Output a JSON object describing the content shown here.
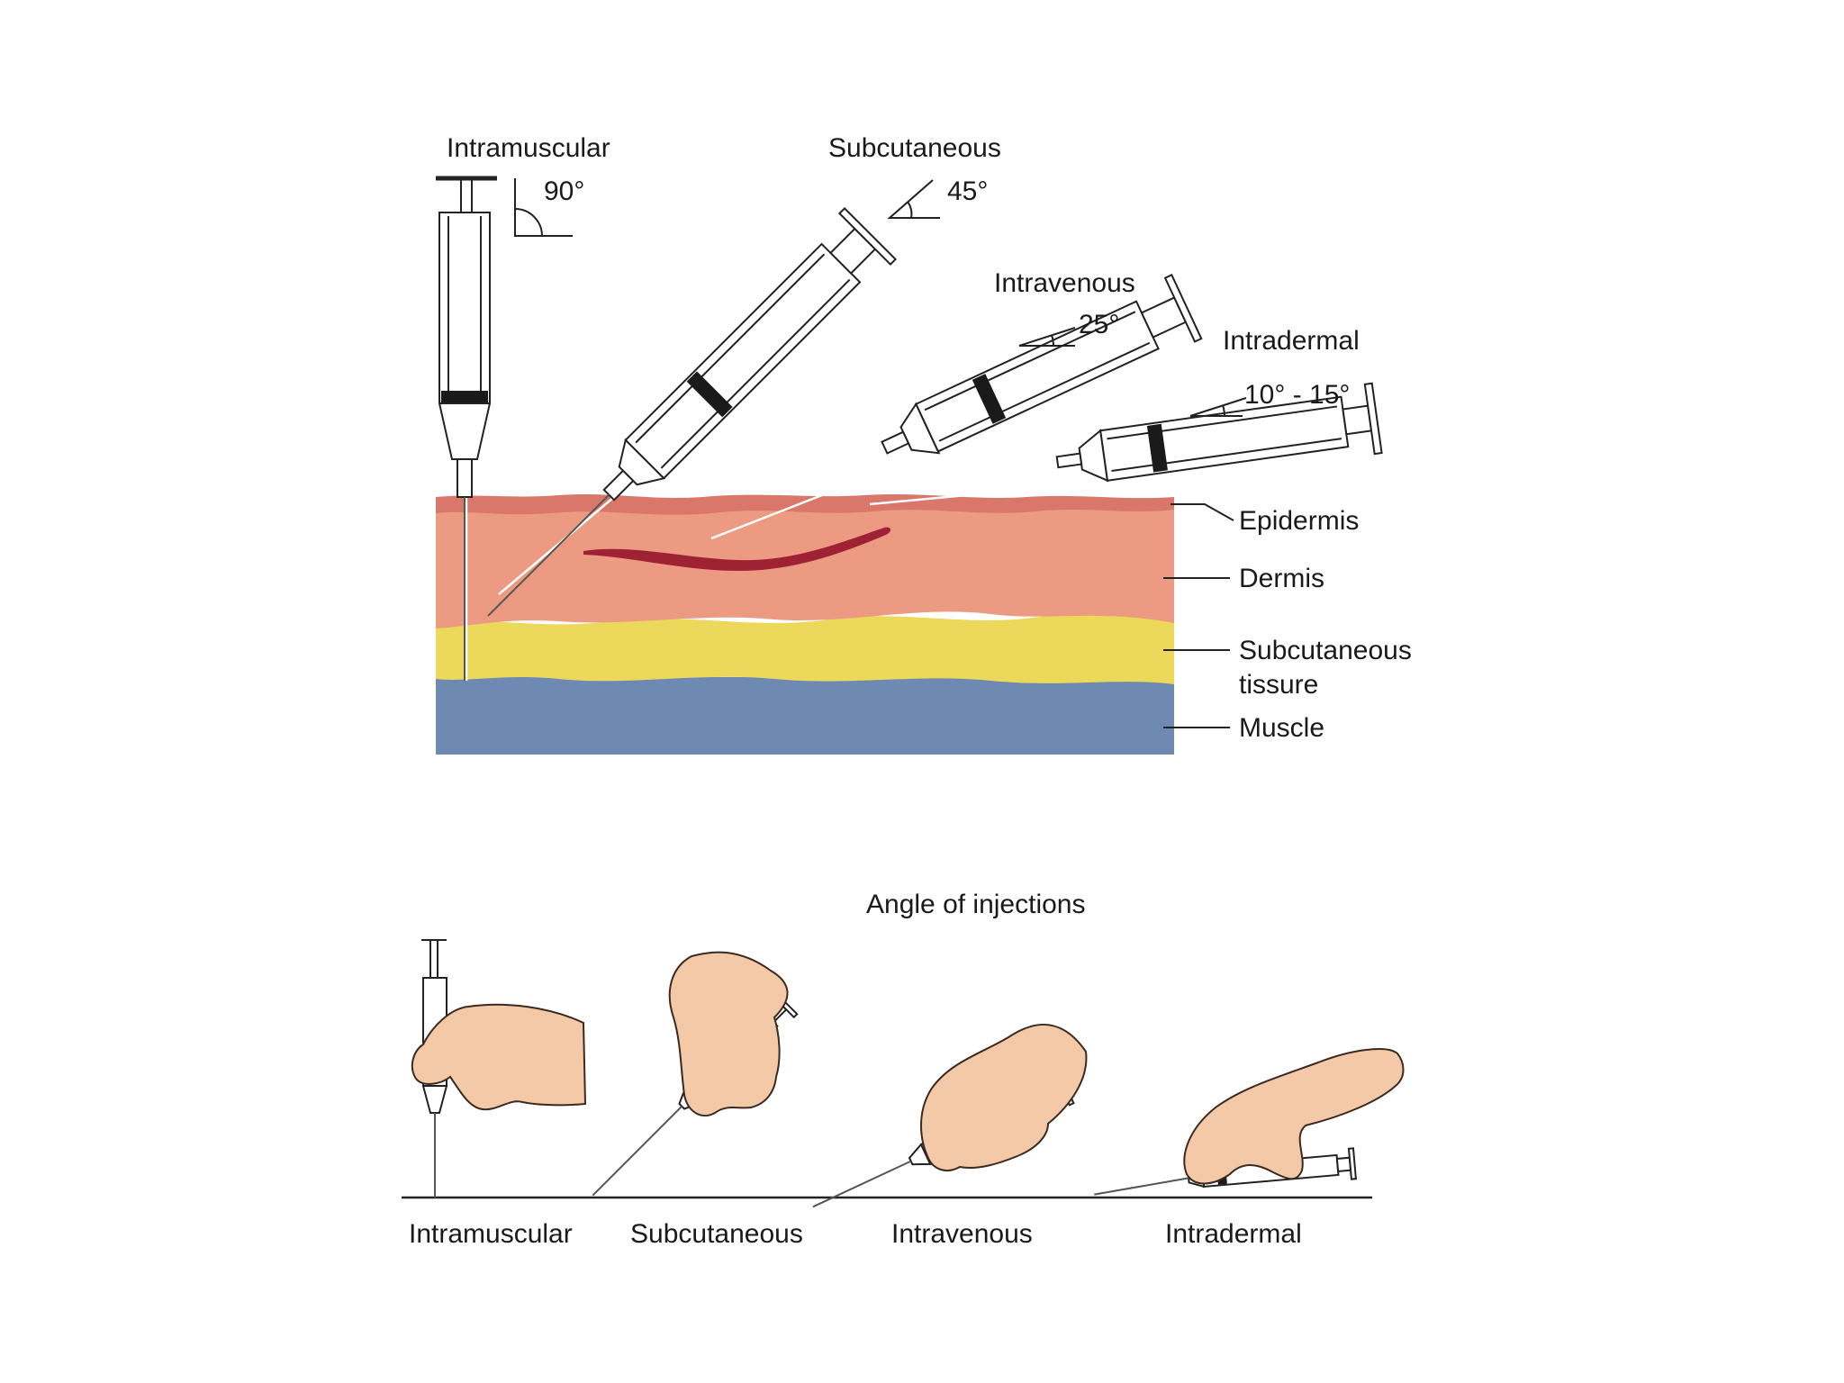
{
  "top": {
    "injections": [
      {
        "name": "Intramuscular",
        "angle": "90°"
      },
      {
        "name": "Subcutaneous",
        "angle": "45°"
      },
      {
        "name": "Intravenous",
        "angle": "25°"
      },
      {
        "name": "Intradermal",
        "angle": "10° - 15°"
      }
    ],
    "layers": [
      {
        "label": "Epidermis"
      },
      {
        "label": "Dermis"
      },
      {
        "label": "Subcutaneous",
        "label2": "tissure"
      },
      {
        "label": "Muscle"
      }
    ]
  },
  "bottom": {
    "title": "Angle of injections",
    "labels": [
      "Intramuscular",
      "Subcutaneous",
      "Intravenous",
      "Intradermal"
    ]
  },
  "colors": {
    "epidermis": "#d9786a",
    "dermis": "#ec9b82",
    "subcutaneous": "#ecd85a",
    "muscle": "#6f8ab2",
    "vein": "#9e2233",
    "plunger_band": "#1a1a1a",
    "hand": "#f3c9a8"
  }
}
